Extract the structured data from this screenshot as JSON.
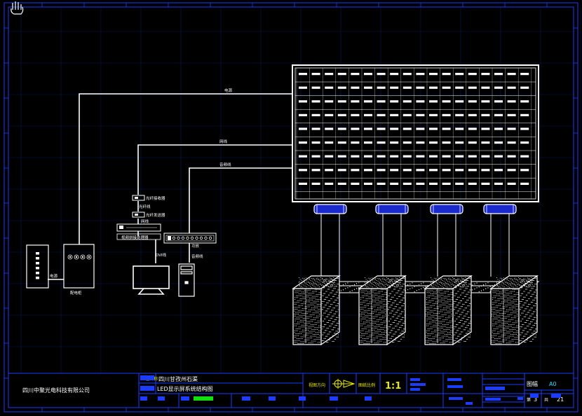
{
  "labels": {
    "power_line": "电源",
    "network_line": "网线",
    "audio_line": "音频线",
    "fiber_receiver": "光纤接收器",
    "fiber_line": "光纤线",
    "fiber_sender": "光纤发送器",
    "video_processor": "视频拼接处理器",
    "dvi_line": "DVI线",
    "amplifier": "功放",
    "audio_line_2": "音频线",
    "distribution_box": "配电柜",
    "power_left": "电源"
  },
  "title_block": {
    "company": "四川中聚光电科技有限公司",
    "project_label": "工程名称",
    "project_name": "四川甘孜州石渠",
    "drawing_name": "LED显示屏系统结构图",
    "view_label": "视图方向",
    "scale_label": "图纸比例",
    "scale_value": "1:1",
    "size_label": "图幅",
    "size_value": "A0",
    "sheet_prefix": "第",
    "sheet_number": "3",
    "sheet_middle": "共",
    "sheet_total": "21"
  },
  "colors": {
    "background": "#000000",
    "wire": "#ffffff",
    "frame": "#1c3cff",
    "text_yellow": "#e8e800",
    "speaker_fill": "#1a2acc",
    "grid": "#0a1850"
  },
  "led_screen": {
    "rows": 9,
    "columns": 18
  },
  "speakers": {
    "count": 4
  },
  "pillars": {
    "count": 4
  }
}
